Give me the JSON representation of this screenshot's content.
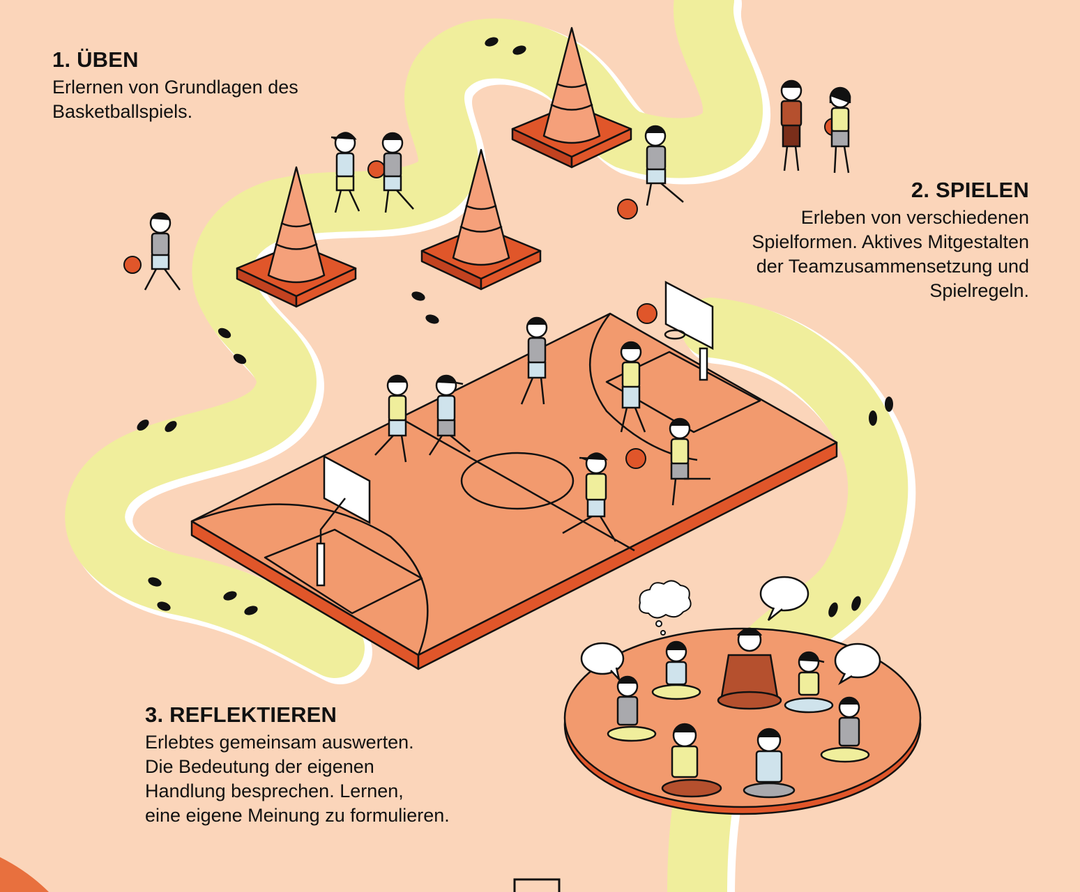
{
  "steps": [
    {
      "heading": "1. ÜBEN",
      "lines": [
        "Erlernen von Grundlagen des",
        "Basketballspiels."
      ]
    },
    {
      "heading": "2. SPIELEN",
      "lines": [
        "Erleben von verschiedenen",
        "Spielformen. Aktives Mitgestalten",
        "der Teamzusammensetzung und",
        "Spielregeln."
      ]
    },
    {
      "heading": "3. REFLEKTIEREN",
      "lines": [
        "Erlebtes gemeinsam auswerten.",
        "Die Bedeutung der eigenen",
        "Handlung besprechen. Lernen,",
        "eine eigene Meinung zu formulieren."
      ]
    }
  ],
  "colors": {
    "background": "#fbd5ba",
    "path": "#f0ee9c",
    "court": "#f29a6e",
    "court_edge": "#e0562a",
    "cone": "#f5a07a",
    "ink": "#111111"
  },
  "icons": [
    "traffic-cone-icon",
    "basketball-icon",
    "basketball-hoop-icon",
    "footprints-icon",
    "speech-bubble-icon",
    "thought-bubble-icon",
    "child-figure-icon",
    "coach-figure-icon"
  ]
}
